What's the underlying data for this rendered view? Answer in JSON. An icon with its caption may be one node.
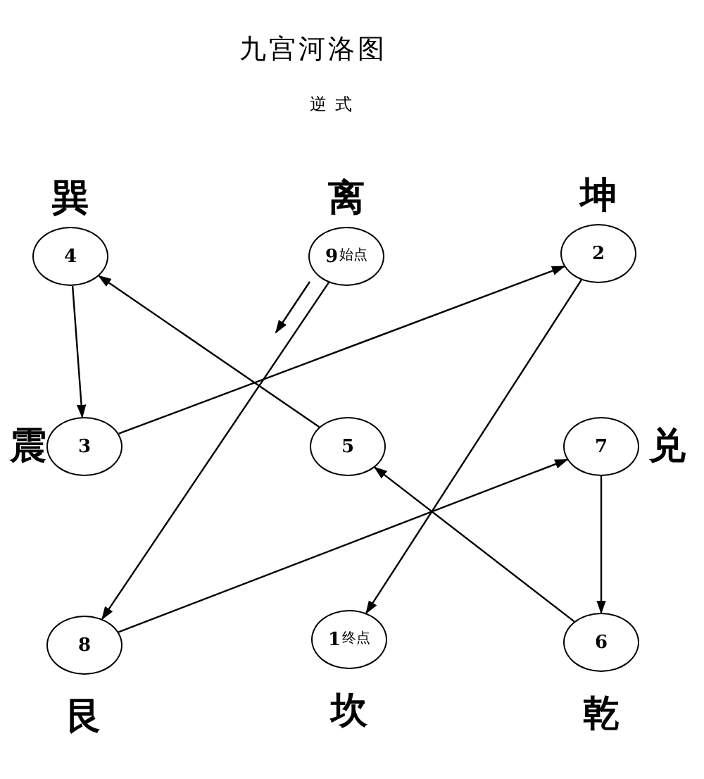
{
  "diagram": {
    "title": "九宫河洛图",
    "nodes": [
      {
        "text": [
          "4"
        ],
        "beside": [
          "巽"
        ]
      },
      {
        "text": [
          "9",
          "始点"
        ],
        "beside": [
          "离"
        ]
      },
      {
        "text": [
          "2"
        ],
        "beside": [
          "坤"
        ]
      },
      {
        "text": [
          "3"
        ],
        "beside": [
          "震"
        ]
      },
      {
        "text": [
          "5"
        ]
      },
      {
        "text": [
          "7"
        ],
        "beside": [
          "兑"
        ]
      },
      {
        "text": [
          "8"
        ],
        "beside": [
          "艮"
        ]
      },
      {
        "text": [
          "1",
          "终点"
        ],
        "beside": [
          "坎"
        ]
      },
      {
        "text": [
          "6"
        ],
        "beside": [
          "乾"
        ]
      }
    ],
    "edges": [
      {
        "from": 1,
        "to": 6,
        "arrow": "to"
      },
      {
        "from": 6,
        "to": 5,
        "arrow": "to"
      },
      {
        "from": 5,
        "to": 8,
        "arrow": "to"
      },
      {
        "from": 8,
        "to": 4,
        "arrow": "to"
      },
      {
        "from": 4,
        "to": 0,
        "arrow": "to"
      },
      {
        "from": 0,
        "to": 3,
        "arrow": "to"
      },
      {
        "from": 3,
        "to": 2,
        "arrow": "to"
      },
      {
        "from": 2,
        "to": 7,
        "arrow": "to"
      }
    ],
    "labels": [
      "逆式"
    ]
  }
}
